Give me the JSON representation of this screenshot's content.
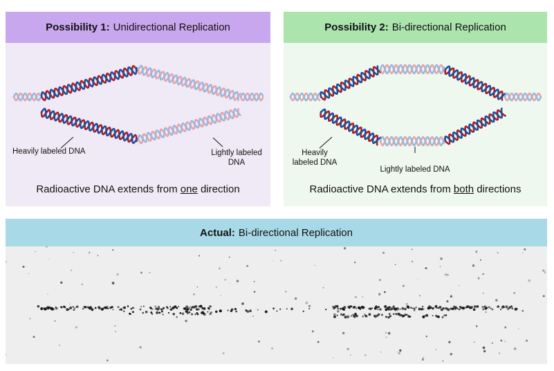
{
  "possibility1": {
    "title_bold": "Possibility 1:",
    "title_rest": "Unidirectional Replication",
    "label_heavy": "Heavily labeled DNA",
    "label_light": "Lightly labeled DNA",
    "caption_pre": "Radioactive DNA extends from ",
    "caption_emph": "one",
    "caption_post": " direction"
  },
  "possibility2": {
    "title_bold": "Possibility 2:",
    "title_rest": "Bi-directional Replication",
    "label_heavy": "Heavily labeled DNA",
    "label_light": "Lightly labeled DNA",
    "caption_pre": "Radioactive DNA extends from ",
    "caption_emph": "both",
    "caption_post": " directions"
  },
  "actual": {
    "title_bold": "Actual:",
    "title_rest": "Bi-directional Replication"
  },
  "colors": {
    "heavy_red": "#a81e2a",
    "heavy_blue": "#1f4e96",
    "light_red": "#e2a6ab",
    "light_blue": "#9fb6da",
    "panel1_header": "#c8a7ee",
    "panel2_header": "#abe4ad",
    "actual_header": "#a8d9e6"
  }
}
